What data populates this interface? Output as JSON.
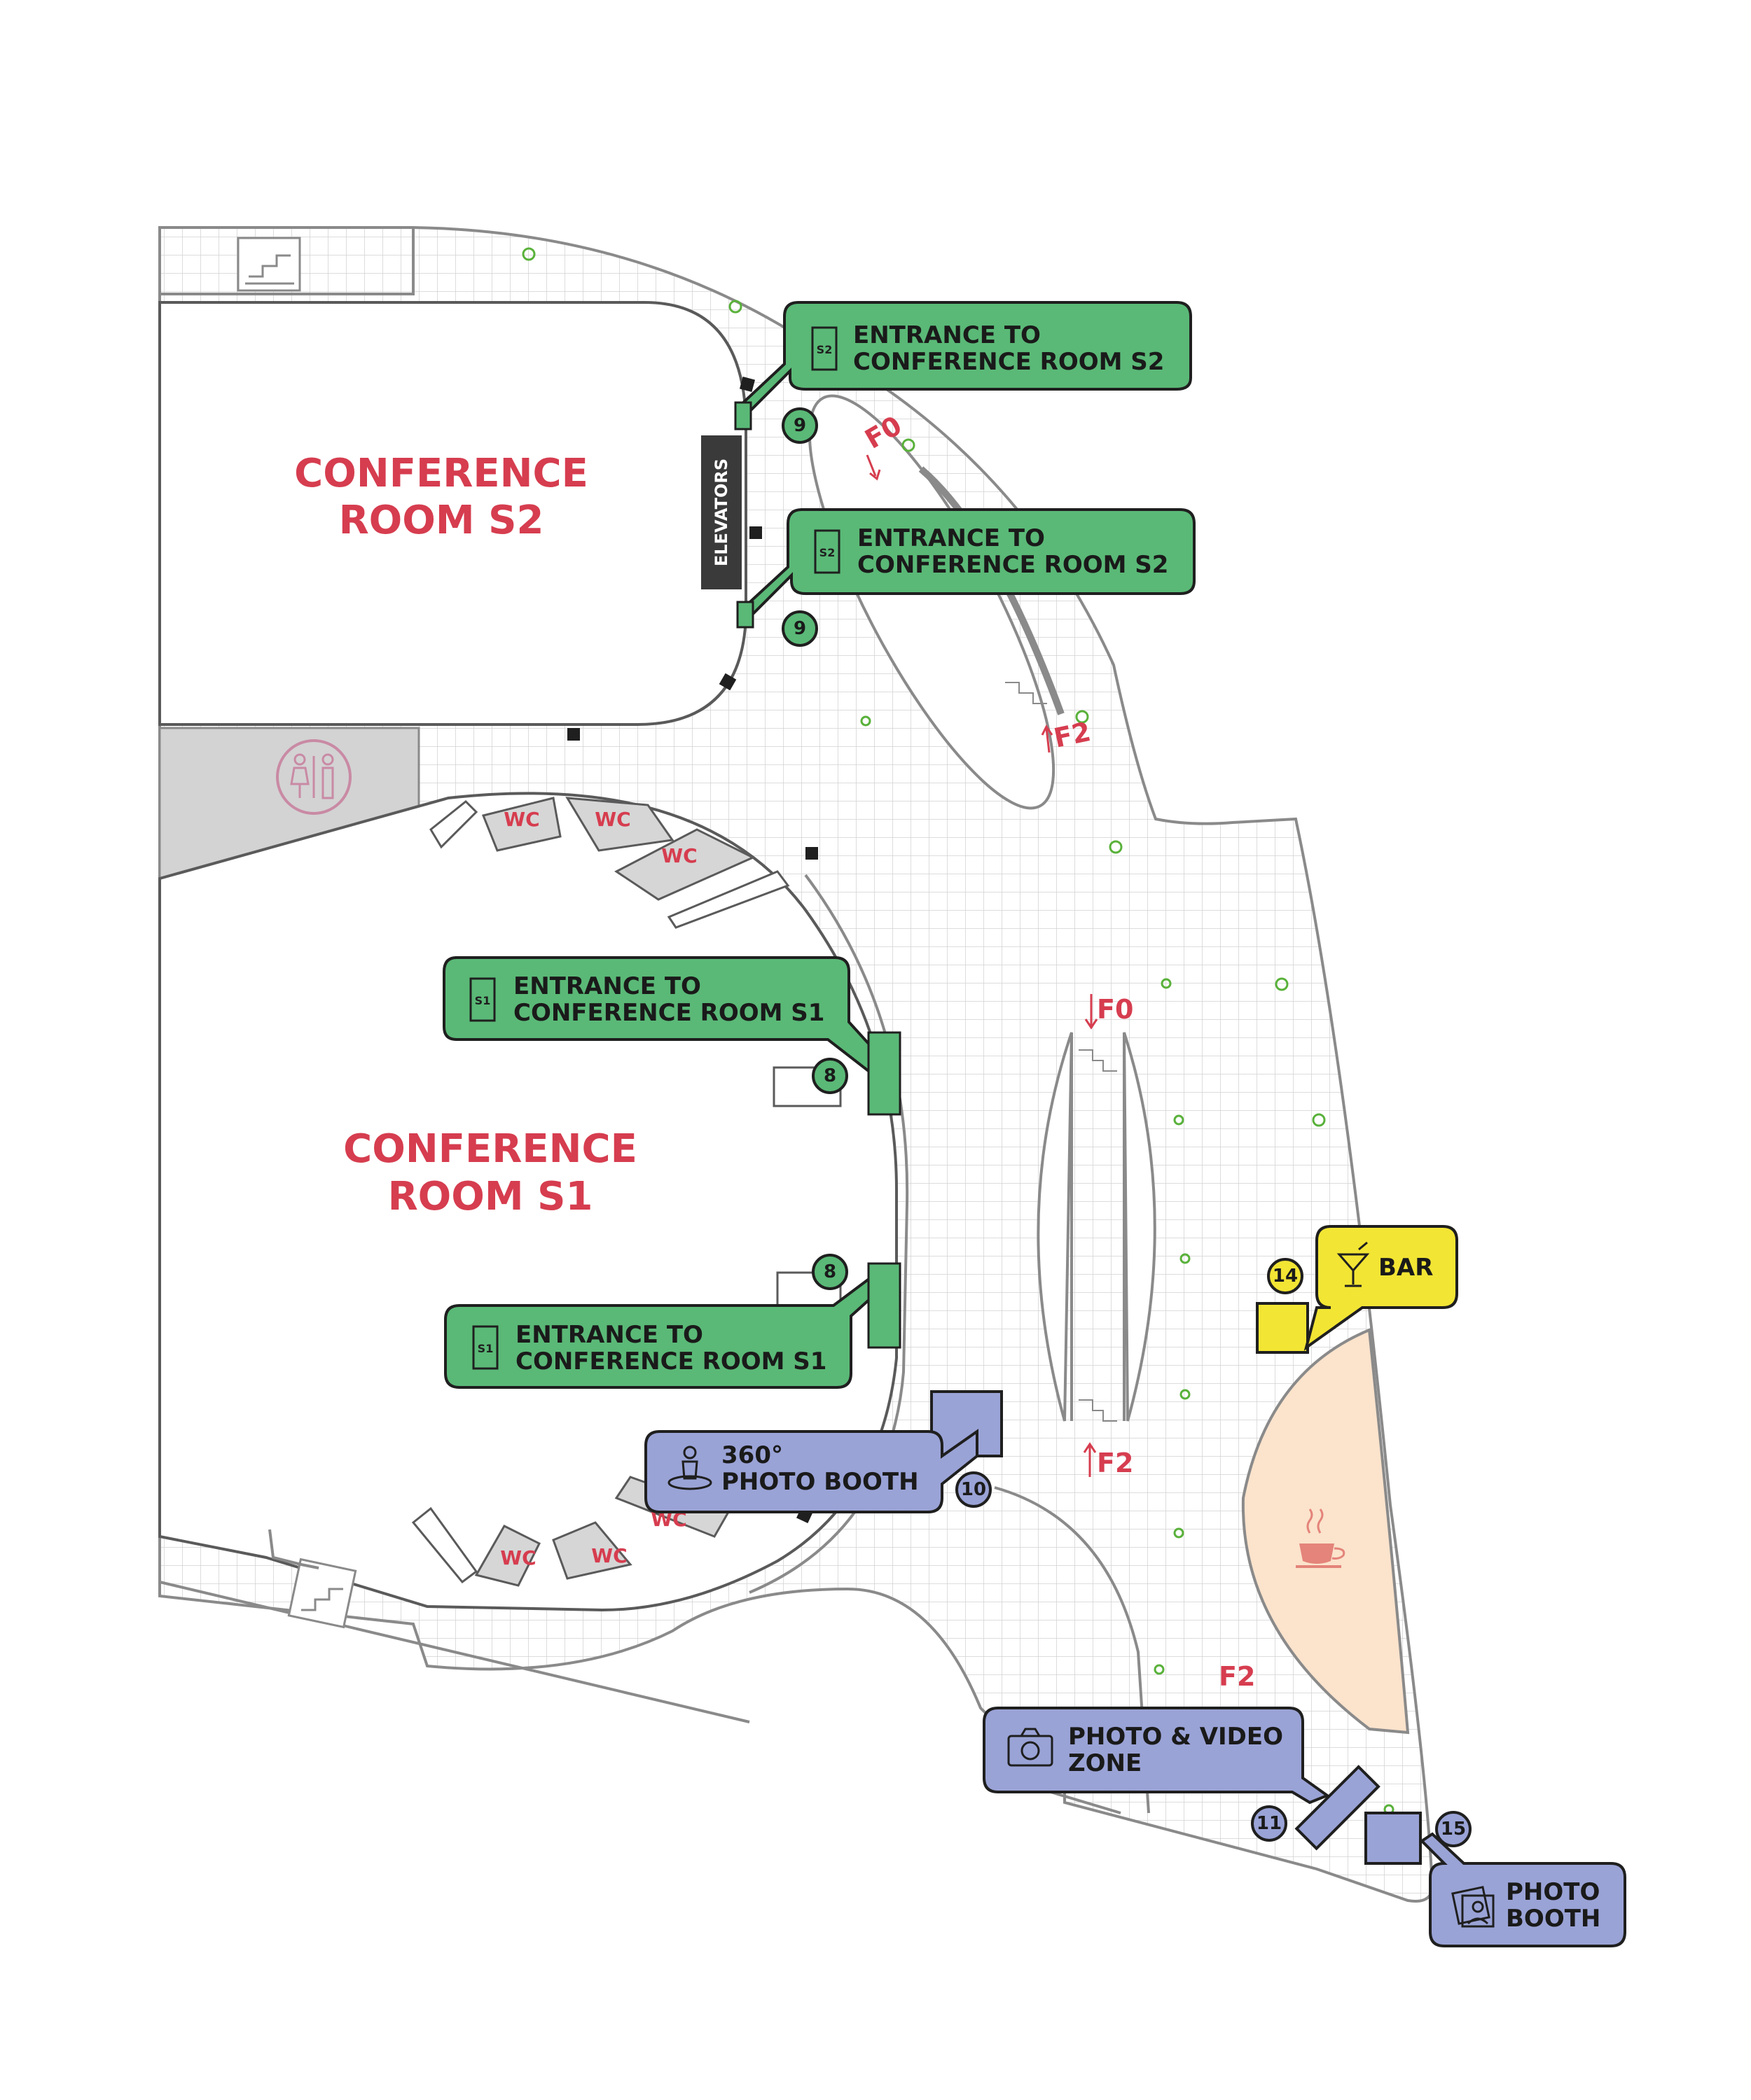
{
  "rooms": {
    "s2": {
      "line1": "CONFERENCE",
      "line2": "ROOM S2"
    },
    "s1": {
      "line1": "CONFERENCE",
      "line2": "ROOM S1"
    }
  },
  "elevators": "ELEVATORS",
  "wc_label": "WC",
  "callouts": {
    "s2_top": {
      "line1": "ENTRANCE TO",
      "line2": "CONFERENCE ROOM S2",
      "icon": "door-icon",
      "icon_code": "S2",
      "number": "9"
    },
    "s2_bottom": {
      "line1": "ENTRANCE TO",
      "line2": "CONFERENCE ROOM S2",
      "icon": "door-icon",
      "icon_code": "S2",
      "number": "9"
    },
    "s1_top": {
      "line1": "ENTRANCE TO",
      "line2": "CONFERENCE ROOM S1",
      "icon": "door-icon",
      "icon_code": "S1",
      "number": "8"
    },
    "s1_bottom": {
      "line1": "ENTRANCE TO",
      "line2": "CONFERENCE ROOM S1",
      "icon": "door-icon",
      "icon_code": "S1",
      "number": "8"
    },
    "photo360": {
      "line1": "360°",
      "line2": "PHOTO BOOTH",
      "icon": "person-360-icon",
      "number": "10"
    },
    "bar": {
      "line1": "BAR",
      "icon": "cocktail-icon",
      "number": "14"
    },
    "photovideo": {
      "line1": "PHOTO & VIDEO",
      "line2": "ZONE",
      "icon": "camera-icon",
      "number": "11"
    },
    "photobooth": {
      "line1": "PHOTO",
      "line2": "BOOTH",
      "icon": "photos-icon",
      "number": "15"
    }
  },
  "floor_markers": {
    "f0_top": "F0",
    "f2_top": "F2",
    "f0_mid": "F0",
    "f2_mid": "F2",
    "f2_bottom": "F2"
  },
  "colors": {
    "green_callout": "#5ab977",
    "blue_callout": "#9aa3d6",
    "yellow_callout": "#f2e534",
    "room_title": "#d63d4f",
    "cafe_area": "#fbe3cc",
    "wc_fill": "#d6d6d6"
  },
  "icons": [
    "door-icon",
    "person-360-icon",
    "cocktail-icon",
    "camera-icon",
    "photos-icon",
    "coffee-cup-icon",
    "restroom-icon",
    "stairs-icon"
  ]
}
